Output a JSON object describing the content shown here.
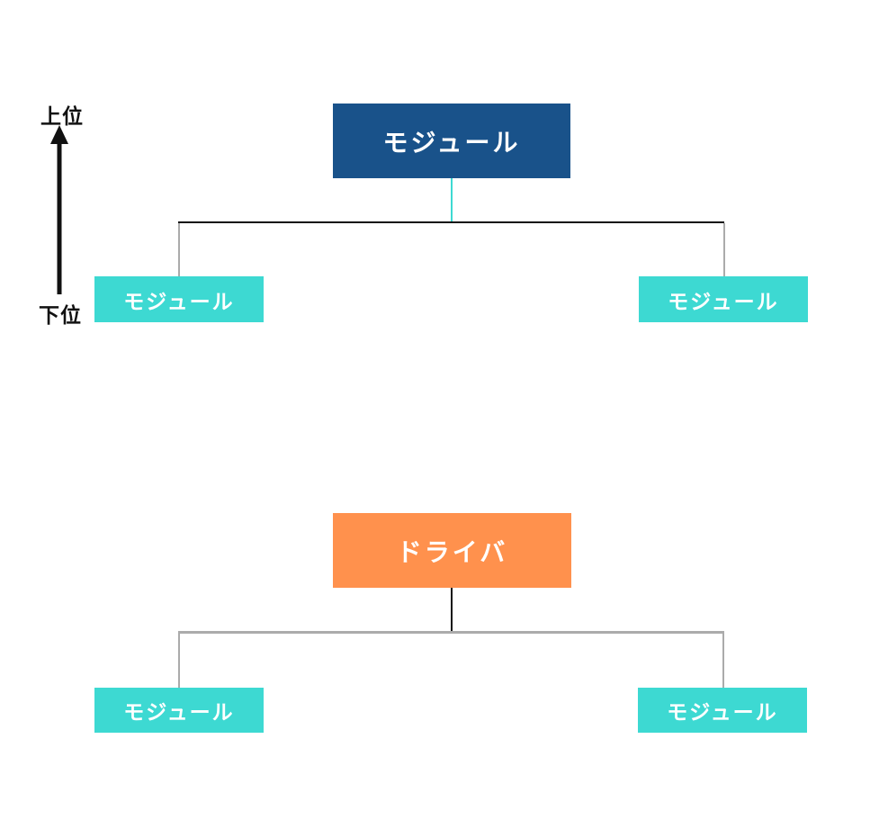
{
  "axis": {
    "top_label": "上位",
    "bottom_label": "下位"
  },
  "trees": [
    {
      "name": "module-hierarchy",
      "root": "モジュール",
      "children": [
        "モジュール",
        "モジュール"
      ]
    },
    {
      "name": "driver-hierarchy",
      "root": "ドライバ",
      "children": [
        "モジュール",
        "モジュール"
      ]
    }
  ],
  "colors": {
    "root_top_box": "#19528A",
    "root_bottom_box": "#FF914D",
    "child_box": "#3DD9D2",
    "connector_black": "#111111",
    "connector_gray": "#ABABAB",
    "connector_teal": "#3DD9D2",
    "axis_text": "#111111",
    "box_text": "#FFFFFF",
    "background": "#FFFFFF"
  }
}
